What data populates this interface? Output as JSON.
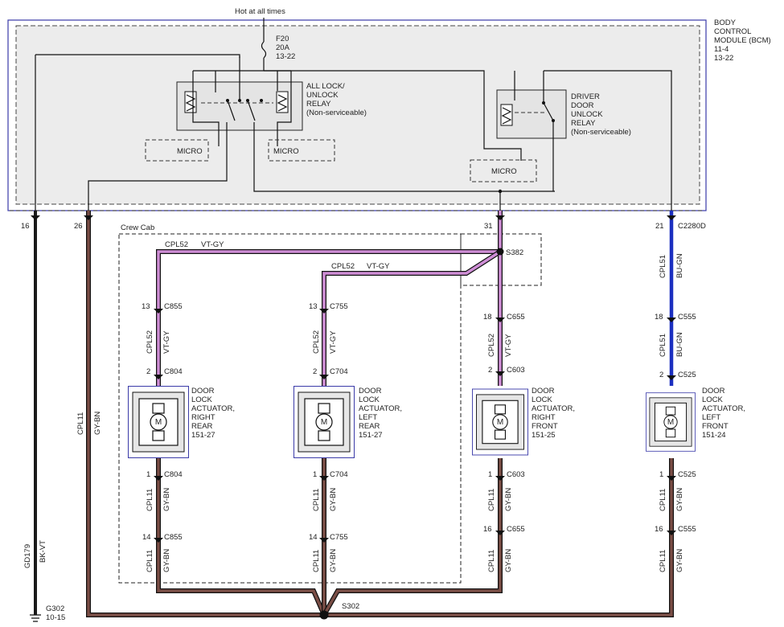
{
  "power": {
    "label": "Hot at all times"
  },
  "fuse": {
    "name": "F20",
    "rating": "20A",
    "ref": "13-22"
  },
  "bcm": {
    "line1": "BODY",
    "line2": "CONTROL",
    "line3": "MODULE (BCM)",
    "line4": "11-4",
    "line5": "13-22"
  },
  "relay_all": {
    "line1": "ALL LOCK/",
    "line2": "UNLOCK",
    "line3": "RELAY",
    "line4": "(Non-serviceable)"
  },
  "relay_driver": {
    "line1": "DRIVER",
    "line2": "DOOR",
    "line3": "UNLOCK",
    "line4": "RELAY",
    "line5": "(Non-serviceable)"
  },
  "micro": {
    "label": "MICRO"
  },
  "crew_cab": {
    "label": "Crew Cab"
  },
  "pins": {
    "p16": "16",
    "p26": "26",
    "p31": "31",
    "p21": "21",
    "c2280d": "C2280D"
  },
  "wires": {
    "gd179": "GD179",
    "bk_vt": "BK-VT",
    "cpl11": "CPL11",
    "gy_bn": "GY-BN",
    "cpl52": "CPL52",
    "vt_gy": "VT-GY",
    "cpl51": "CPL51",
    "bu_gn": "BU-GN"
  },
  "splices": {
    "s382": "S382",
    "s302": "S302"
  },
  "ground": {
    "name": "G302",
    "ref": "10-15"
  },
  "connectors": {
    "rr": {
      "top_pin": "13",
      "top": "C855",
      "act_pin": "2",
      "act": "C804",
      "bot_pin": "1",
      "bot": "C804",
      "low_pin": "14",
      "low": "C855"
    },
    "lr": {
      "top_pin": "13",
      "top": "C755",
      "act_pin": "2",
      "act": "C704",
      "bot_pin": "1",
      "bot": "C704",
      "low_pin": "14",
      "low": "C755"
    },
    "rf": {
      "top_pin": "18",
      "top": "C655",
      "act_pin": "2",
      "act": "C603",
      "bot_pin": "1",
      "bot": "C603",
      "low_pin": "16",
      "low": "C655"
    },
    "lf": {
      "top_pin": "18",
      "top": "C555",
      "act_pin": "2",
      "act": "C525",
      "bot_pin": "1",
      "bot": "C525",
      "low_pin": "16",
      "low": "C555"
    }
  },
  "actuators": {
    "motor": "M",
    "rr": {
      "l1": "DOOR",
      "l2": "LOCK",
      "l3": "ACTUATOR,",
      "l4": "RIGHT",
      "l5": "REAR",
      "l6": "151-27"
    },
    "lr": {
      "l1": "DOOR",
      "l2": "LOCK",
      "l3": "ACTUATOR,",
      "l4": "LEFT",
      "l5": "REAR",
      "l6": "151-27"
    },
    "rf": {
      "l1": "DOOR",
      "l2": "LOCK",
      "l3": "ACTUATOR,",
      "l4": "RIGHT",
      "l5": "FRONT",
      "l6": "151-25"
    },
    "lf": {
      "l1": "DOOR",
      "l2": "LOCK",
      "l3": "ACTUATOR,",
      "l4": "LEFT",
      "l5": "FRONT",
      "l6": "151-24"
    }
  },
  "colors": {
    "bk_vt": "#1a1a1a",
    "gy_bn": "#7a4e46",
    "vt_gy": "#cf8ed6",
    "bu_gn": "#1b2fc0",
    "bcm_border": "#3a3aa8"
  }
}
